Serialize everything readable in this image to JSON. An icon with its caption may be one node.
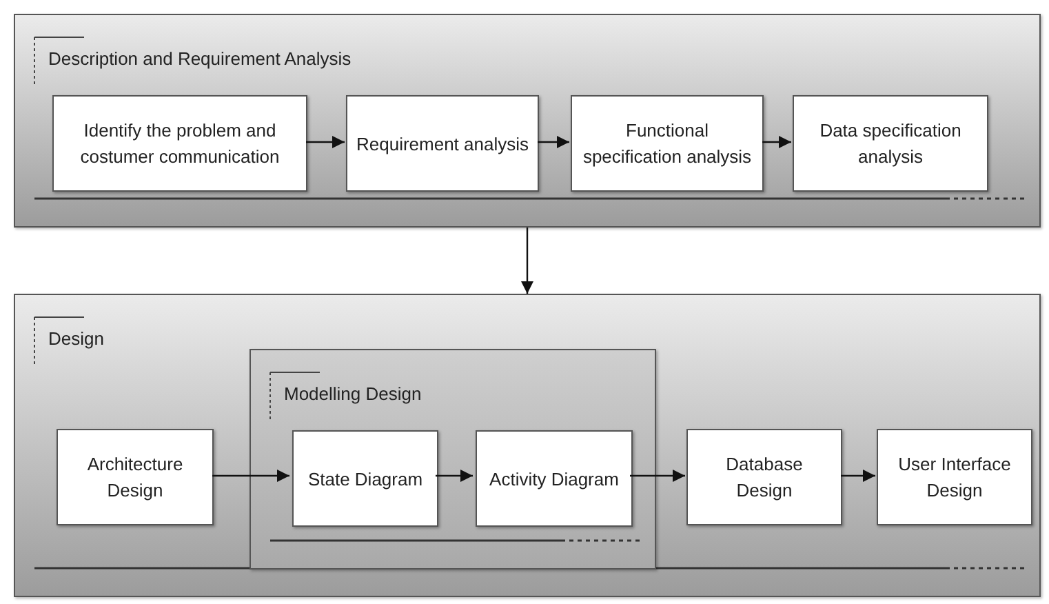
{
  "diagram": {
    "nodes": [
      {
        "text": [
          "Description and Requirement Analysis"
        ]
      },
      {
        "text": [
          "Identify the problem and costumer communication"
        ],
        "in": 0
      },
      {
        "text": [
          "Requirement analysis"
        ],
        "in": 0
      },
      {
        "text": [
          "Functional specification analysis"
        ],
        "in": 0
      },
      {
        "text": [
          "Data specification analysis"
        ],
        "in": 0
      },
      {
        "text": [
          "Design"
        ]
      },
      {
        "text": [
          "Architecture Design"
        ],
        "in": 5
      },
      {
        "text": [
          "Modelling Design"
        ],
        "in": 5
      },
      {
        "text": [
          "State Diagram"
        ],
        "in": 7
      },
      {
        "text": [
          "Activity Diagram"
        ],
        "in": 7
      },
      {
        "text": [
          "Database Design"
        ],
        "in": 5
      },
      {
        "text": [
          "User Interface Design"
        ],
        "in": 5
      }
    ],
    "edges": [
      {
        "from": 1,
        "to": 2,
        "arrow": "to"
      },
      {
        "from": 2,
        "to": 3,
        "arrow": "to"
      },
      {
        "from": 3,
        "to": 4,
        "arrow": "to"
      },
      {
        "from": 0,
        "to": 5,
        "arrow": "to"
      },
      {
        "from": 6,
        "to": 8,
        "arrow": "to"
      },
      {
        "from": 8,
        "to": 9,
        "arrow": "to"
      },
      {
        "from": 9,
        "to": 10,
        "arrow": "to"
      },
      {
        "from": 10,
        "to": 11,
        "arrow": "to"
      }
    ]
  }
}
